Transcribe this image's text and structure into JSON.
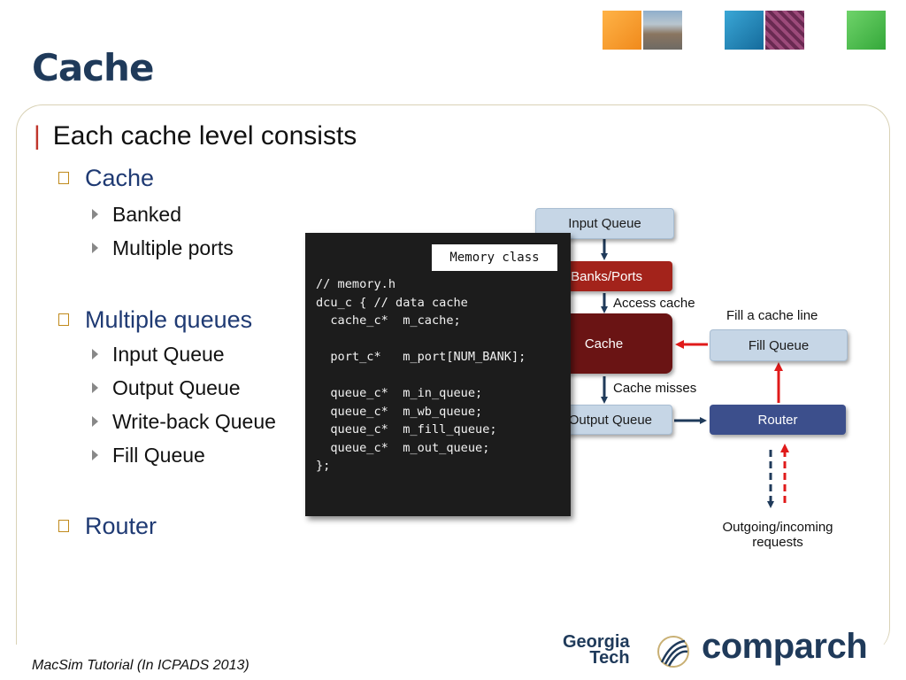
{
  "slide": {
    "title": "Cache",
    "footer": "MacSim Tutorial (In ICPADS 2013)"
  },
  "bullets": {
    "main": "Each cache level consists",
    "cache": "Cache",
    "banked": "Banked",
    "multiple_ports": "Multiple ports",
    "multiple_queues": "Multiple queues",
    "input_queue": "Input Queue",
    "output_queue": "Output Queue",
    "write_back_queue": "Write-back Queue",
    "fill_queue": "Fill Queue",
    "router": "Router"
  },
  "code_panel": {
    "tag": "Memory class",
    "code": "// memory.h\ndcu_c { // data cache\n  cache_c*  m_cache;\n\n  port_c*   m_port[NUM_BANK];\n\n  queue_c*  m_in_queue;\n  queue_c*  m_wb_queue;\n  queue_c*  m_fill_queue;\n  queue_c*  m_out_queue;\n};"
  },
  "diagram": {
    "input_queue": "Input Queue",
    "banks_ports": "Banks/Ports",
    "access_cache": "Access cache",
    "cache": "Cache",
    "cache_misses": "Cache misses",
    "output_queue": "Output Queue",
    "router": "Router",
    "fill_cache_line": "Fill a cache line",
    "fill_queue": "Fill Queue",
    "outgoing_line1": "Outgoing/incoming",
    "outgoing_line2": "requests"
  },
  "logos": {
    "georgia": "Georgia",
    "tech": "Tech",
    "comparch": "comparch"
  },
  "colors": {
    "title": "#1f3a5a",
    "accent_red": "#c0362c",
    "router_blue": "#3c4f8c",
    "cache_darkred": "#6a1414",
    "banks_red": "#a3231b",
    "queue_light": "#c6d6e6"
  }
}
